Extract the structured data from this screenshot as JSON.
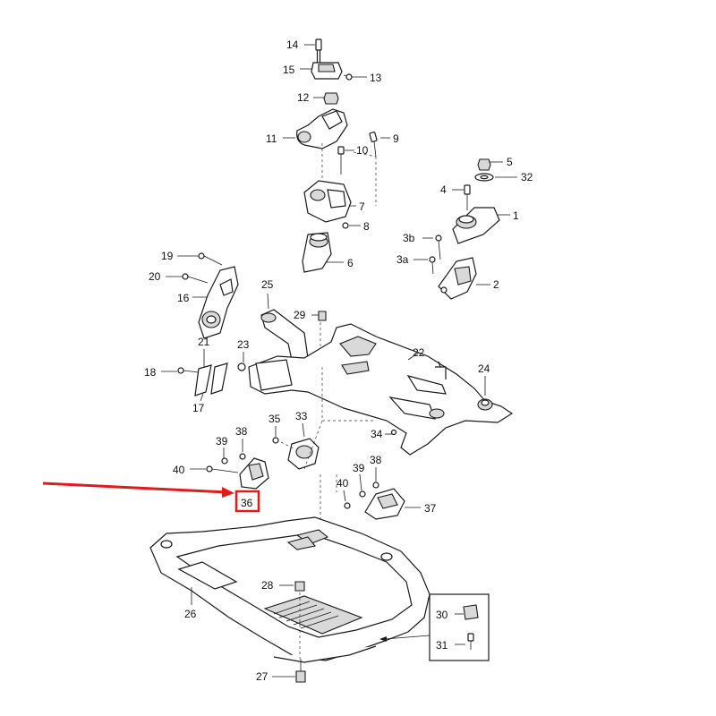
{
  "diagram": {
    "callouts": [
      "14",
      "15",
      "13",
      "12",
      "11",
      "10",
      "9",
      "7",
      "8",
      "6",
      "5",
      "32",
      "4",
      "1",
      "3b",
      "3a",
      "2",
      "19",
      "20",
      "16",
      "25",
      "29",
      "21",
      "23",
      "22",
      "24",
      "18",
      "17",
      "35",
      "33",
      "34",
      "39",
      "38",
      "40",
      "36",
      "37",
      "28",
      "26",
      "30",
      "31",
      "27"
    ],
    "highlight": {
      "label": "36",
      "arrow_color": "#e01b1b",
      "box_color": "#e01b1b"
    },
    "inset_labels": [
      "30",
      "31"
    ]
  }
}
